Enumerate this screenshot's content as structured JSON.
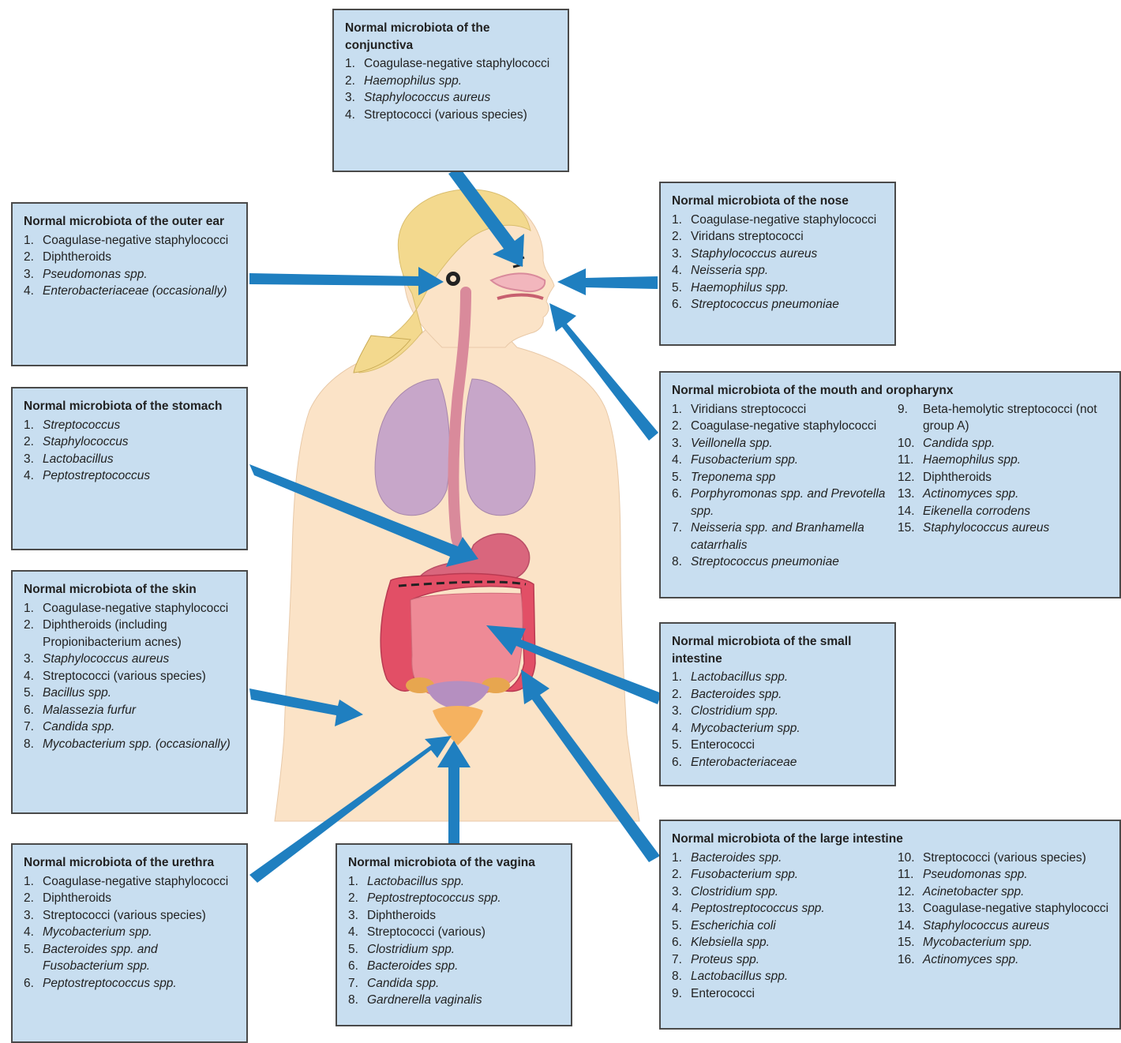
{
  "colors": {
    "box_fill": "#c8def0",
    "box_border": "#4a4a4a",
    "arrow": "#1f7fc0",
    "skin": "#fbe3c7",
    "hair": "#f3d98e",
    "lungs": "#c7a6c9",
    "esophagus": "#d98a9b",
    "stomach": "#d9667d",
    "intestine": "#e8707f",
    "bladder": "#f5b260"
  },
  "boxes": {
    "conjunctiva": {
      "title": "Normal microbiota of the conjunctiva",
      "items": [
        {
          "num": "1.",
          "text": "Coagulase-negative staphylococci",
          "italic": false
        },
        {
          "num": "2.",
          "text": "Haemophilus spp.",
          "italic": true
        },
        {
          "num": "3.",
          "text": "Staphylococcus aureus",
          "italic": true
        },
        {
          "num": "4.",
          "text": "Streptococci (various species)",
          "italic": false
        }
      ]
    },
    "nose": {
      "title": "Normal microbiota of the nose",
      "items": [
        {
          "num": "1.",
          "text": "Coagulase-negative staphylococci",
          "italic": false
        },
        {
          "num": "2.",
          "text": "Viridans streptococci",
          "italic": false
        },
        {
          "num": "3.",
          "text": "Staphylococcus aureus",
          "italic": true
        },
        {
          "num": "4.",
          "text": "Neisseria spp.",
          "italic": true
        },
        {
          "num": "5.",
          "text": "Haemophilus spp.",
          "italic": true
        },
        {
          "num": "6.",
          "text": "Streptococcus pneumoniae",
          "italic": true
        }
      ]
    },
    "outer_ear": {
      "title": "Normal microbiota of the outer ear",
      "items": [
        {
          "num": "1.",
          "text": "Coagulase-negative staphylococci",
          "italic": false
        },
        {
          "num": "2.",
          "text": "Diphtheroids",
          "italic": false
        },
        {
          "num": "3.",
          "text": "Pseudomonas spp.",
          "italic": true
        },
        {
          "num": "4.",
          "text": "Enterobacteriaceae (occasionally)",
          "italic": true
        }
      ]
    },
    "mouth": {
      "title": "Normal microbiota of the mouth and oropharynx",
      "items_left": [
        {
          "num": "1.",
          "text": "Viridians streptococci",
          "italic": false
        },
        {
          "num": "2.",
          "text": "Coagulase-negative staphylococci",
          "italic": false
        },
        {
          "num": "3.",
          "text": "Veillonella spp.",
          "italic": true
        },
        {
          "num": "4.",
          "text": "Fusobacterium spp.",
          "italic": true
        },
        {
          "num": "5.",
          "text": "Treponema spp",
          "italic": true
        },
        {
          "num": "6.",
          "text": "Porphyromonas spp. and Prevotella spp.",
          "italic": true
        },
        {
          "num": "7.",
          "text": "Neisseria spp. and Branhamella catarrhalis",
          "italic": true
        },
        {
          "num": "8.",
          "text": "Streptococcus pneumoniae",
          "italic": true
        }
      ],
      "items_right": [
        {
          "num": "9.",
          "text": "Beta-hemolytic streptococci (not group A)",
          "italic": false
        },
        {
          "num": "10.",
          "text": "Candida spp.",
          "italic": true
        },
        {
          "num": "11.",
          "text": "Haemophilus spp.",
          "italic": true
        },
        {
          "num": "12.",
          "text": "Diphtheroids",
          "italic": false
        },
        {
          "num": "13.",
          "text": "Actinomyces spp.",
          "italic": true
        },
        {
          "num": "14.",
          "text": "Eikenella corrodens",
          "italic": true
        },
        {
          "num": "15.",
          "text": "Staphylococcus aureus",
          "italic": true
        }
      ]
    },
    "stomach": {
      "title": "Normal microbiota of the stomach",
      "items": [
        {
          "num": "1.",
          "text": "Streptococcus",
          "italic": true
        },
        {
          "num": "2.",
          "text": "Staphylococcus",
          "italic": true
        },
        {
          "num": "3.",
          "text": "Lactobacillus",
          "italic": true
        },
        {
          "num": "4.",
          "text": "Peptostreptococcus",
          "italic": true
        }
      ]
    },
    "skin": {
      "title": "Normal microbiota of the skin",
      "items": [
        {
          "num": "1.",
          "text": "Coagulase-negative staphylococci",
          "italic": false
        },
        {
          "num": "2.",
          "text": "Diphtheroids (including Propionibacterium acnes)",
          "italic": false
        },
        {
          "num": "3.",
          "text": "Staphylococcus aureus",
          "italic": true
        },
        {
          "num": "4.",
          "text": "Streptococci (various species)",
          "italic": false
        },
        {
          "num": "5.",
          "text": "Bacillus spp.",
          "italic": true
        },
        {
          "num": "6.",
          "text": "Malassezia furfur",
          "italic": true
        },
        {
          "num": "7.",
          "text": "Candida spp.",
          "italic": true
        },
        {
          "num": "8.",
          "text": "Mycobacterium spp. (occasionally)",
          "italic": true
        }
      ]
    },
    "small_intestine": {
      "title": "Normal microbiota of the small intestine",
      "items": [
        {
          "num": "1.",
          "text": "Lactobacillus spp.",
          "italic": true
        },
        {
          "num": "2.",
          "text": "Bacteroides spp.",
          "italic": true
        },
        {
          "num": "3.",
          "text": "Clostridium spp.",
          "italic": true
        },
        {
          "num": "4.",
          "text": "Mycobacterium spp.",
          "italic": true
        },
        {
          "num": "5.",
          "text": "Enterococci",
          "italic": false
        },
        {
          "num": "6.",
          "text": "Enterobacteriaceae",
          "italic": true
        }
      ]
    },
    "urethra": {
      "title": "Normal microbiota of the urethra",
      "items": [
        {
          "num": "1.",
          "text": "Coagulase-negative staphylococci",
          "italic": false
        },
        {
          "num": "2.",
          "text": "Diphtheroids",
          "italic": false
        },
        {
          "num": "3.",
          "text": "Streptococci (various species)",
          "italic": false
        },
        {
          "num": "4.",
          "text": "Mycobacterium spp.",
          "italic": true
        },
        {
          "num": "5.",
          "text": "Bacteroides spp. and Fusobacterium spp.",
          "italic": true
        },
        {
          "num": "6.",
          "text": "Peptostreptococcus spp.",
          "italic": true
        }
      ]
    },
    "vagina": {
      "title": "Normal microbiota of the vagina",
      "items": [
        {
          "num": "1.",
          "text": "Lactobacillus spp.",
          "italic": true
        },
        {
          "num": "2.",
          "text": "Peptostreptococcus spp.",
          "italic": true
        },
        {
          "num": "3.",
          "text": "Diphtheroids",
          "italic": false
        },
        {
          "num": "4.",
          "text": "Streptococci (various)",
          "italic": false
        },
        {
          "num": "5.",
          "text": "Clostridium spp.",
          "italic": true
        },
        {
          "num": "6.",
          "text": "Bacteroides spp.",
          "italic": true
        },
        {
          "num": "7.",
          "text": "Candida spp.",
          "italic": true
        },
        {
          "num": "8.",
          "text": "Gardnerella vaginalis",
          "italic": true
        }
      ]
    },
    "large_intestine": {
      "title": "Normal microbiota of the large intestine",
      "items_left": [
        {
          "num": "1.",
          "text": "Bacteroides spp.",
          "italic": true
        },
        {
          "num": "2.",
          "text": "Fusobacterium spp.",
          "italic": true
        },
        {
          "num": "3.",
          "text": "Clostridium spp.",
          "italic": true
        },
        {
          "num": "4.",
          "text": "Peptostreptococcus spp.",
          "italic": true
        },
        {
          "num": "5.",
          "text": "Escherichia coli",
          "italic": true
        },
        {
          "num": "6.",
          "text": "Klebsiella spp.",
          "italic": true
        },
        {
          "num": "7.",
          "text": "Proteus spp.",
          "italic": true
        },
        {
          "num": "8.",
          "text": "Lactobacillus spp.",
          "italic": true
        },
        {
          "num": "9.",
          "text": "Enterococci",
          "italic": false
        }
      ],
      "items_right": [
        {
          "num": "10.",
          "text": "Streptococci (various species)",
          "italic": false
        },
        {
          "num": "11.",
          "text": "Pseudomonas spp.",
          "italic": true
        },
        {
          "num": "12.",
          "text": "Acinetobacter spp.",
          "italic": true
        },
        {
          "num": "13.",
          "text": "Coagulase-negative staphylococci",
          "italic": false
        },
        {
          "num": "14.",
          "text": "Staphylococcus aureus",
          "italic": true
        },
        {
          "num": "15.",
          "text": "Mycobacterium spp.",
          "italic": true
        },
        {
          "num": "16.",
          "text": "Actinomyces spp.",
          "italic": true
        }
      ]
    }
  }
}
